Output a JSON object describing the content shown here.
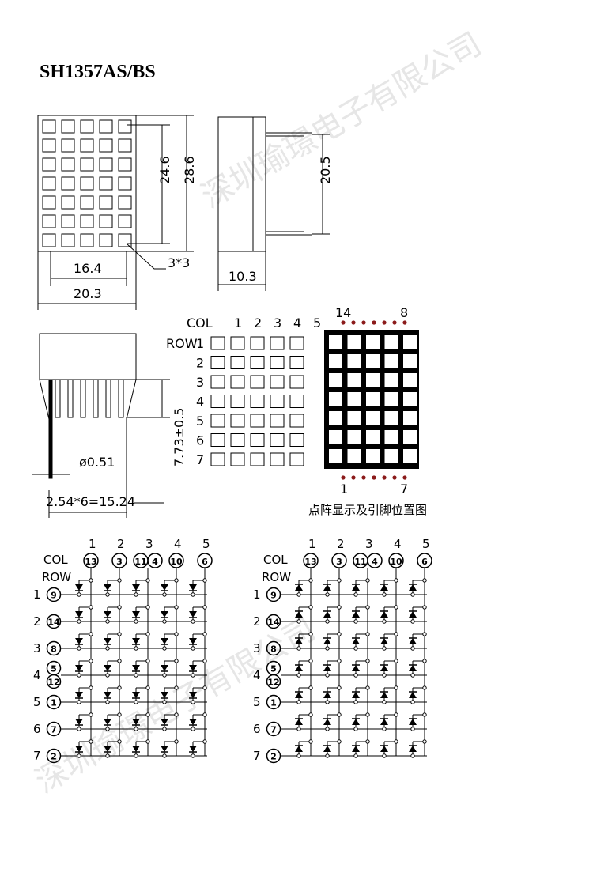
{
  "title": "SH1357AS/BS",
  "dimensions": {
    "height_inner": "24.6",
    "height_outer": "28.6",
    "pin_height": "20.5",
    "width_inner": "16.4",
    "width_outer": "20.3",
    "depth": "10.3",
    "dot_size": "3*3",
    "pin_diameter": "ø0.51",
    "pin_length": "7.73±0.5",
    "pin_pitch": "2.54*6=15.24"
  },
  "matrix_grid": {
    "col_label": "COL",
    "row_label": "ROW",
    "cols": [
      "1",
      "2",
      "3",
      "4",
      "5"
    ],
    "rows": [
      "1",
      "2",
      "3",
      "4",
      "5",
      "6",
      "7"
    ]
  },
  "pin_view": {
    "top_left": "14",
    "top_right": "8",
    "bottom_left": "1",
    "bottom_right": "7",
    "caption": "点阵显示及引脚位置图",
    "dot_color": "#8b1a1a"
  },
  "schematic": {
    "col_label": "COL",
    "row_label": "ROW",
    "col_numbers": [
      "1",
      "2",
      "3",
      "4",
      "5"
    ],
    "col_pins": [
      "13",
      "3",
      "11",
      "4",
      "10",
      "6"
    ],
    "row_numbers": [
      "1",
      "2",
      "3",
      "4",
      "5",
      "6",
      "7"
    ],
    "row_pins": [
      "9",
      "14",
      "8",
      "5",
      "12",
      "1",
      "7",
      "2"
    ]
  },
  "watermark_text": "深圳瑜璟电子有限公司"
}
